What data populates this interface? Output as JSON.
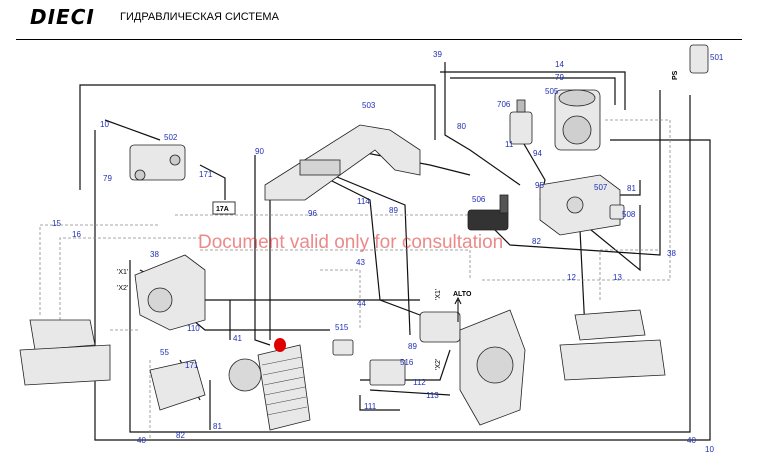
{
  "header": {
    "brand": "DIECI",
    "title": "ГИДРАВЛИЧЕСКАЯ СИСТЕМА"
  },
  "watermark": "Document valid only for consultation",
  "component_labels": [
    "501",
    "503",
    "502",
    "505",
    "706",
    "506",
    "507",
    "508",
    "515",
    "516",
    "17A"
  ],
  "line_labels": [
    "39",
    "14",
    "79",
    "10",
    "80",
    "90",
    "11",
    "95",
    "94",
    "79",
    "171",
    "81",
    "96",
    "114",
    "89",
    "15",
    "16",
    "82",
    "38",
    "43",
    "12",
    "13",
    "38",
    "44",
    "110",
    "41",
    "89",
    "55",
    "171",
    "112",
    "113",
    "111",
    "82",
    "81",
    "40",
    "40",
    "10"
  ],
  "port_labels": [
    "'X1'",
    "'X2'",
    "'X1'",
    "'X2'",
    "ALTO",
    "PS"
  ],
  "marker_color": "#e00000"
}
